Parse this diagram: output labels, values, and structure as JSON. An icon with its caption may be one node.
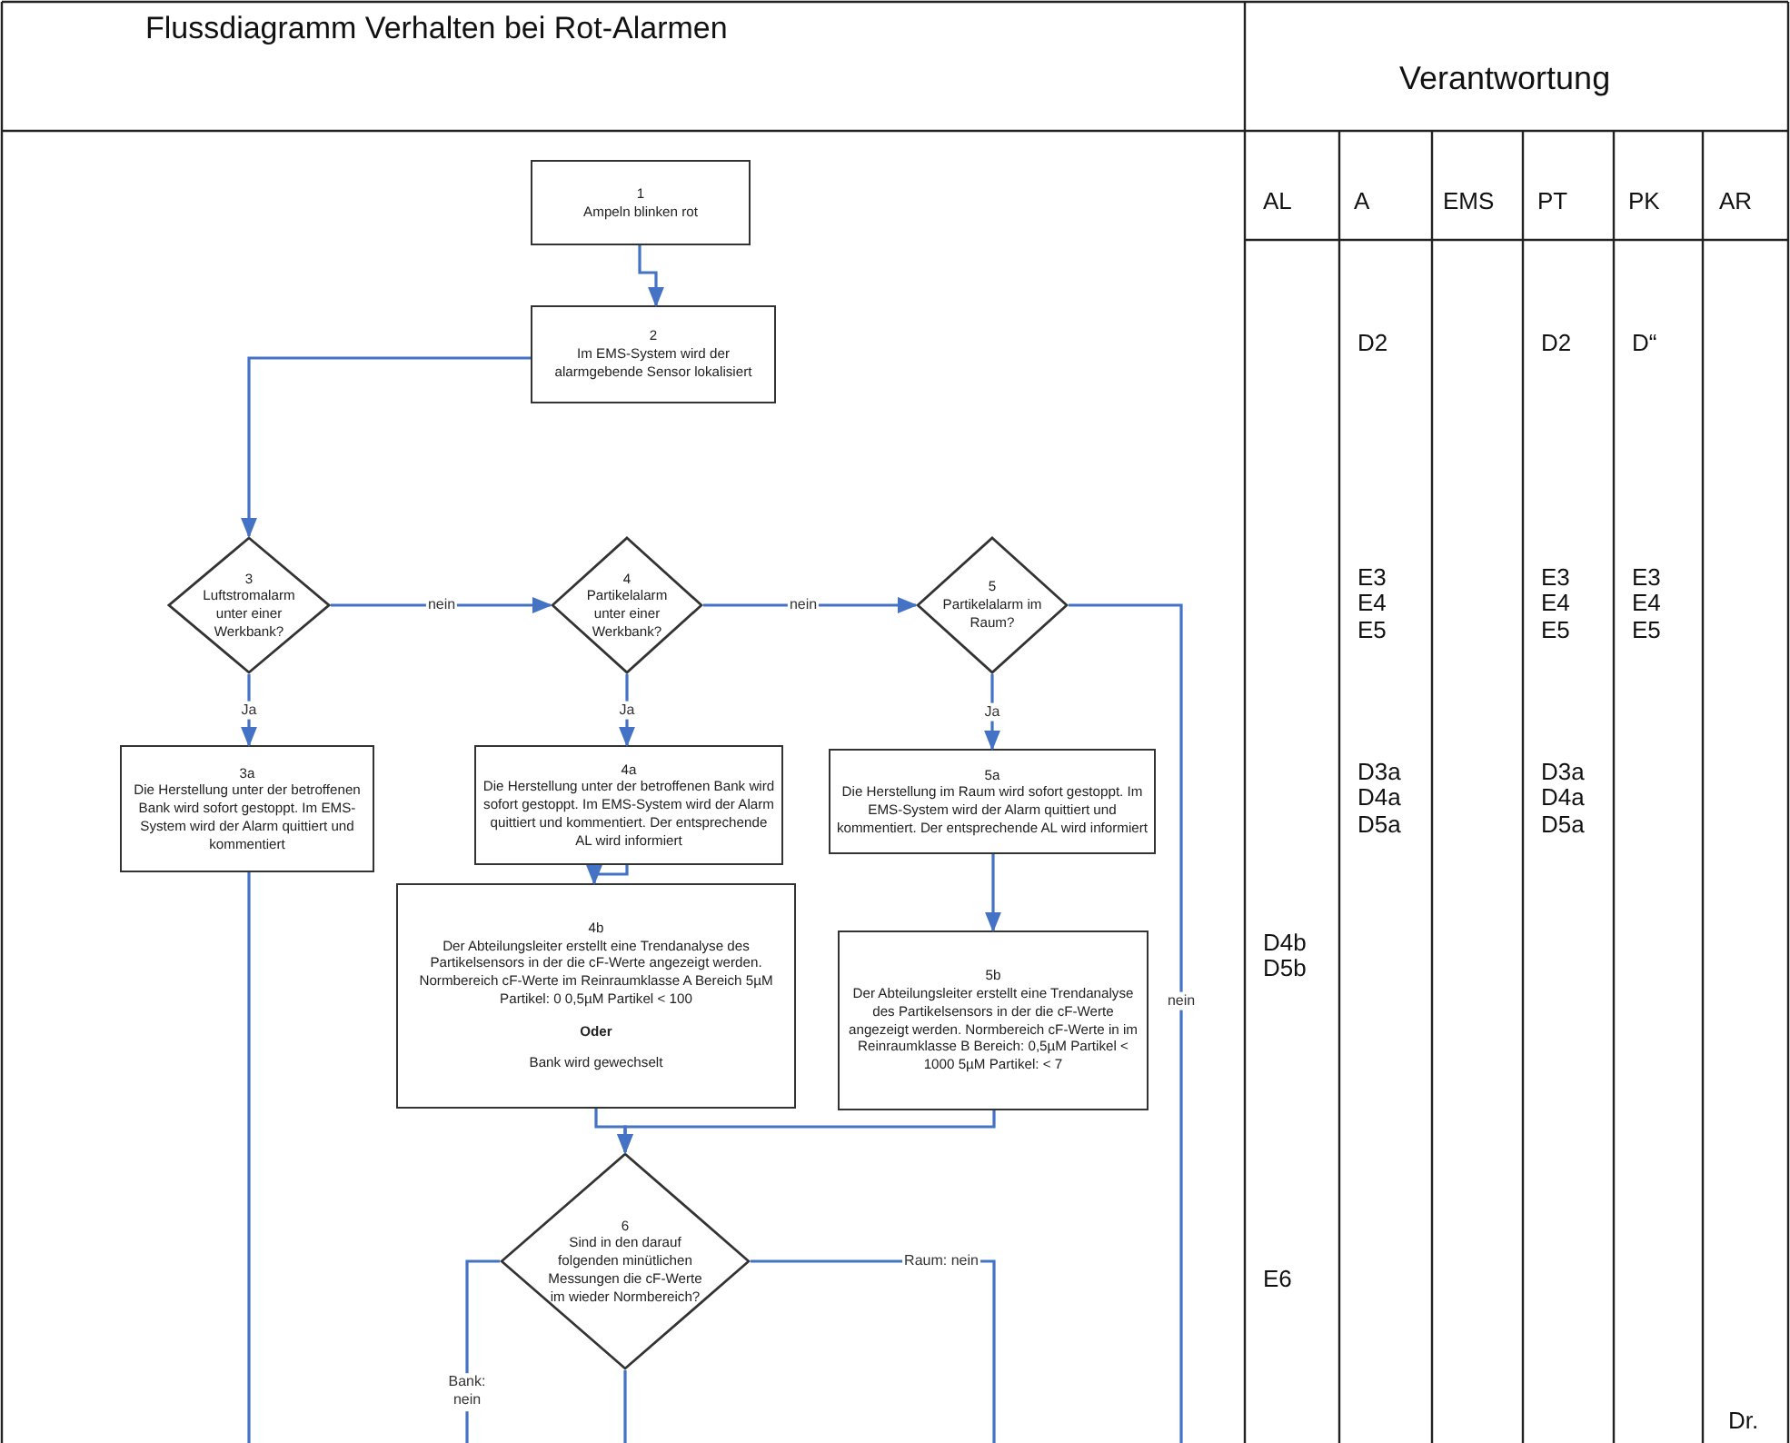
{
  "diagram": {
    "title": "Flussdiagramm Verhalten bei Rot-Alarmen",
    "nodes": [
      {
        "text": [
          "1",
          "Ampeln blinken rot"
        ]
      },
      {
        "text": [
          "2",
          "Im EMS-System wird der alarmgebende Sensor lokalisiert"
        ]
      },
      {
        "text": [
          "3",
          "Luftstromalarm unter einer Werkbank?"
        ]
      },
      {
        "text": [
          "4",
          "Partikelalarm unter einer Werkbank?"
        ]
      },
      {
        "text": [
          "5",
          "Partikelalarm im Raum?"
        ]
      },
      {
        "text": [
          "3a",
          "Die Herstellung unter der betroffenen Bank wird sofort gestoppt. Im EMS-System wird der Alarm quittiert und kommentiert"
        ]
      },
      {
        "text": [
          "4a",
          "Die Herstellung unter der betroffenen Bank wird sofort gestoppt. Im EMS-System wird der Alarm quittiert und kommentiert. Der entsprechende AL wird informiert"
        ]
      },
      {
        "text": [
          "5a",
          "Die Herstellung im Raum wird sofort gestoppt. Im EMS-System wird der Alarm quittiert und kommentiert. Der entsprechende AL wird informiert"
        ]
      },
      {
        "text": [
          "4b",
          "Der Abteilungsleiter erstellt eine Trendanalyse des Partikelsensors in der die cF-Werte angezeigt werden. Normbereich cF-Werte im Reinraumklasse A Bereich 5µM Partikel: 0 0,5µM Partikel < 100",
          "**Oder**",
          "Bank wird gewechselt"
        ]
      },
      {
        "text": [
          "5b",
          "Der Abteilungsleiter erstellt eine Trendanalyse des Partikelsensors in der die cF-Werte angezeigt werden. Normbereich cF-Werte in im Reinraumklasse B Bereich: 0,5µM Partikel < 1000 5µM Partikel: < 7"
        ]
      },
      {
        "text": [
          "6",
          "Sind in den darauf folgenden minütlichen Messungen die cF-Werte im wieder Normbereich?"
        ]
      }
    ],
    "edges": [
      {
        "from": 0,
        "to": 1,
        "arrow": "to"
      },
      {
        "from": 1,
        "to": 2,
        "arrow": "to"
      },
      {
        "from": 2,
        "to": 3,
        "arrow": "to",
        "label": "nein"
      },
      {
        "from": 3,
        "to": 4,
        "arrow": "to",
        "label": "nein"
      },
      {
        "from": 2,
        "to": 5,
        "arrow": "to",
        "label": "Ja"
      },
      {
        "from": 3,
        "to": 6,
        "arrow": "to",
        "label": "Ja"
      },
      {
        "from": 4,
        "to": 7,
        "arrow": "to",
        "label": "Ja"
      },
      {
        "from": 6,
        "to": 8,
        "arrow": "to"
      },
      {
        "from": 7,
        "to": 9,
        "arrow": "to"
      },
      {
        "from": 8,
        "to": 10,
        "arrow": "to"
      },
      {
        "from": 9,
        "to": 10,
        "arrow": "to"
      },
      {
        "from": 4,
        "to": null,
        "arrow": "none",
        "label": "nein"
      },
      {
        "from": 5,
        "to": null,
        "arrow": "none"
      },
      {
        "from": 10,
        "to": null,
        "arrow": "none",
        "label": "Bank: nein"
      },
      {
        "from": 10,
        "to": null,
        "arrow": "none",
        "label": "Raum: nein"
      },
      {
        "from": 10,
        "to": null,
        "arrow": "none"
      }
    ],
    "labels": [
      "Verantwortung",
      "AL",
      "A",
      "EMS",
      "PT",
      "PK",
      "AR",
      "D2",
      "D2",
      "D“",
      "E3 E4 E5",
      "E3 E4 E5",
      "E3 E4 E5",
      "D3a D4a D5a",
      "D3a D4a D5a",
      "D4b D5b",
      "E6",
      "Dr."
    ]
  }
}
